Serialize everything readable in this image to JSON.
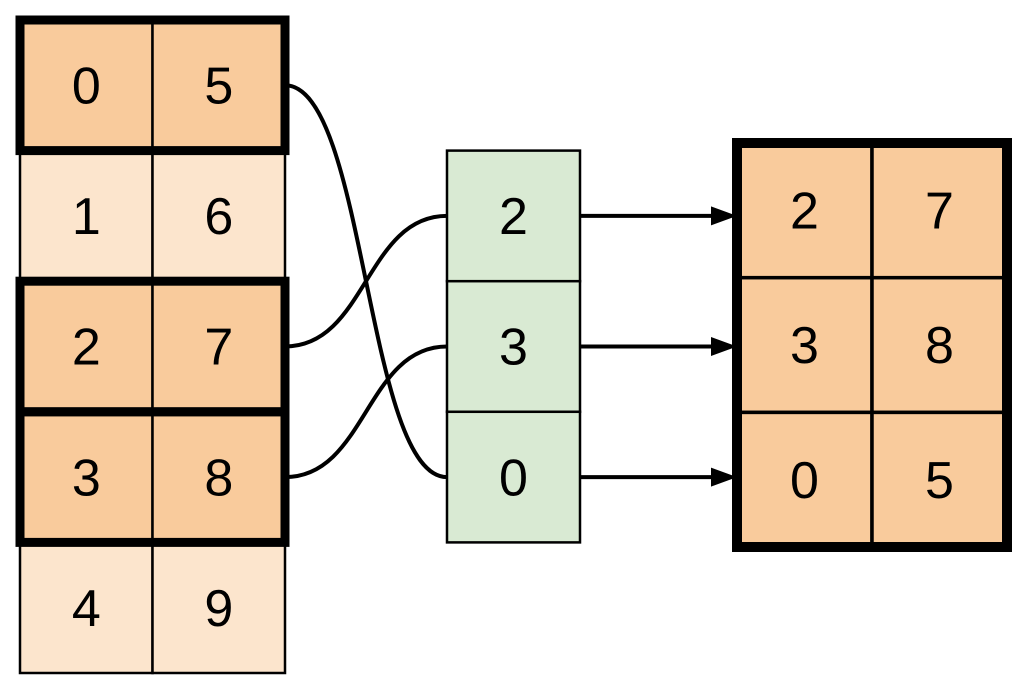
{
  "colors": {
    "selected_row_fill": "#F9CB9C",
    "unselected_row_fill": "#FCE5CD",
    "index_cell_fill": "#D9EAD3",
    "result_cell_fill": "#F9CB9C",
    "stroke": "#000000",
    "background": "#FFFFFF"
  },
  "source_table": {
    "rows": [
      {
        "cells": [
          "0",
          "5"
        ],
        "selected": true
      },
      {
        "cells": [
          "1",
          "6"
        ],
        "selected": false
      },
      {
        "cells": [
          "2",
          "7"
        ],
        "selected": true
      },
      {
        "cells": [
          "3",
          "8"
        ],
        "selected": true
      },
      {
        "cells": [
          "4",
          "9"
        ],
        "selected": false
      }
    ]
  },
  "index_column": {
    "values": [
      "2",
      "3",
      "0"
    ]
  },
  "result_table": {
    "rows": [
      {
        "cells": [
          "2",
          "7"
        ]
      },
      {
        "cells": [
          "3",
          "8"
        ]
      },
      {
        "cells": [
          "0",
          "5"
        ]
      }
    ]
  },
  "connections": {
    "curves": [
      {
        "from_source_row": 0,
        "to_index_cell": 2
      },
      {
        "from_source_row": 2,
        "to_index_cell": 0
      },
      {
        "from_source_row": 3,
        "to_index_cell": 1
      }
    ],
    "arrows": [
      {
        "from_index_cell": 0,
        "to_result_row": 0
      },
      {
        "from_index_cell": 1,
        "to_result_row": 1
      },
      {
        "from_index_cell": 2,
        "to_result_row": 2
      }
    ]
  }
}
